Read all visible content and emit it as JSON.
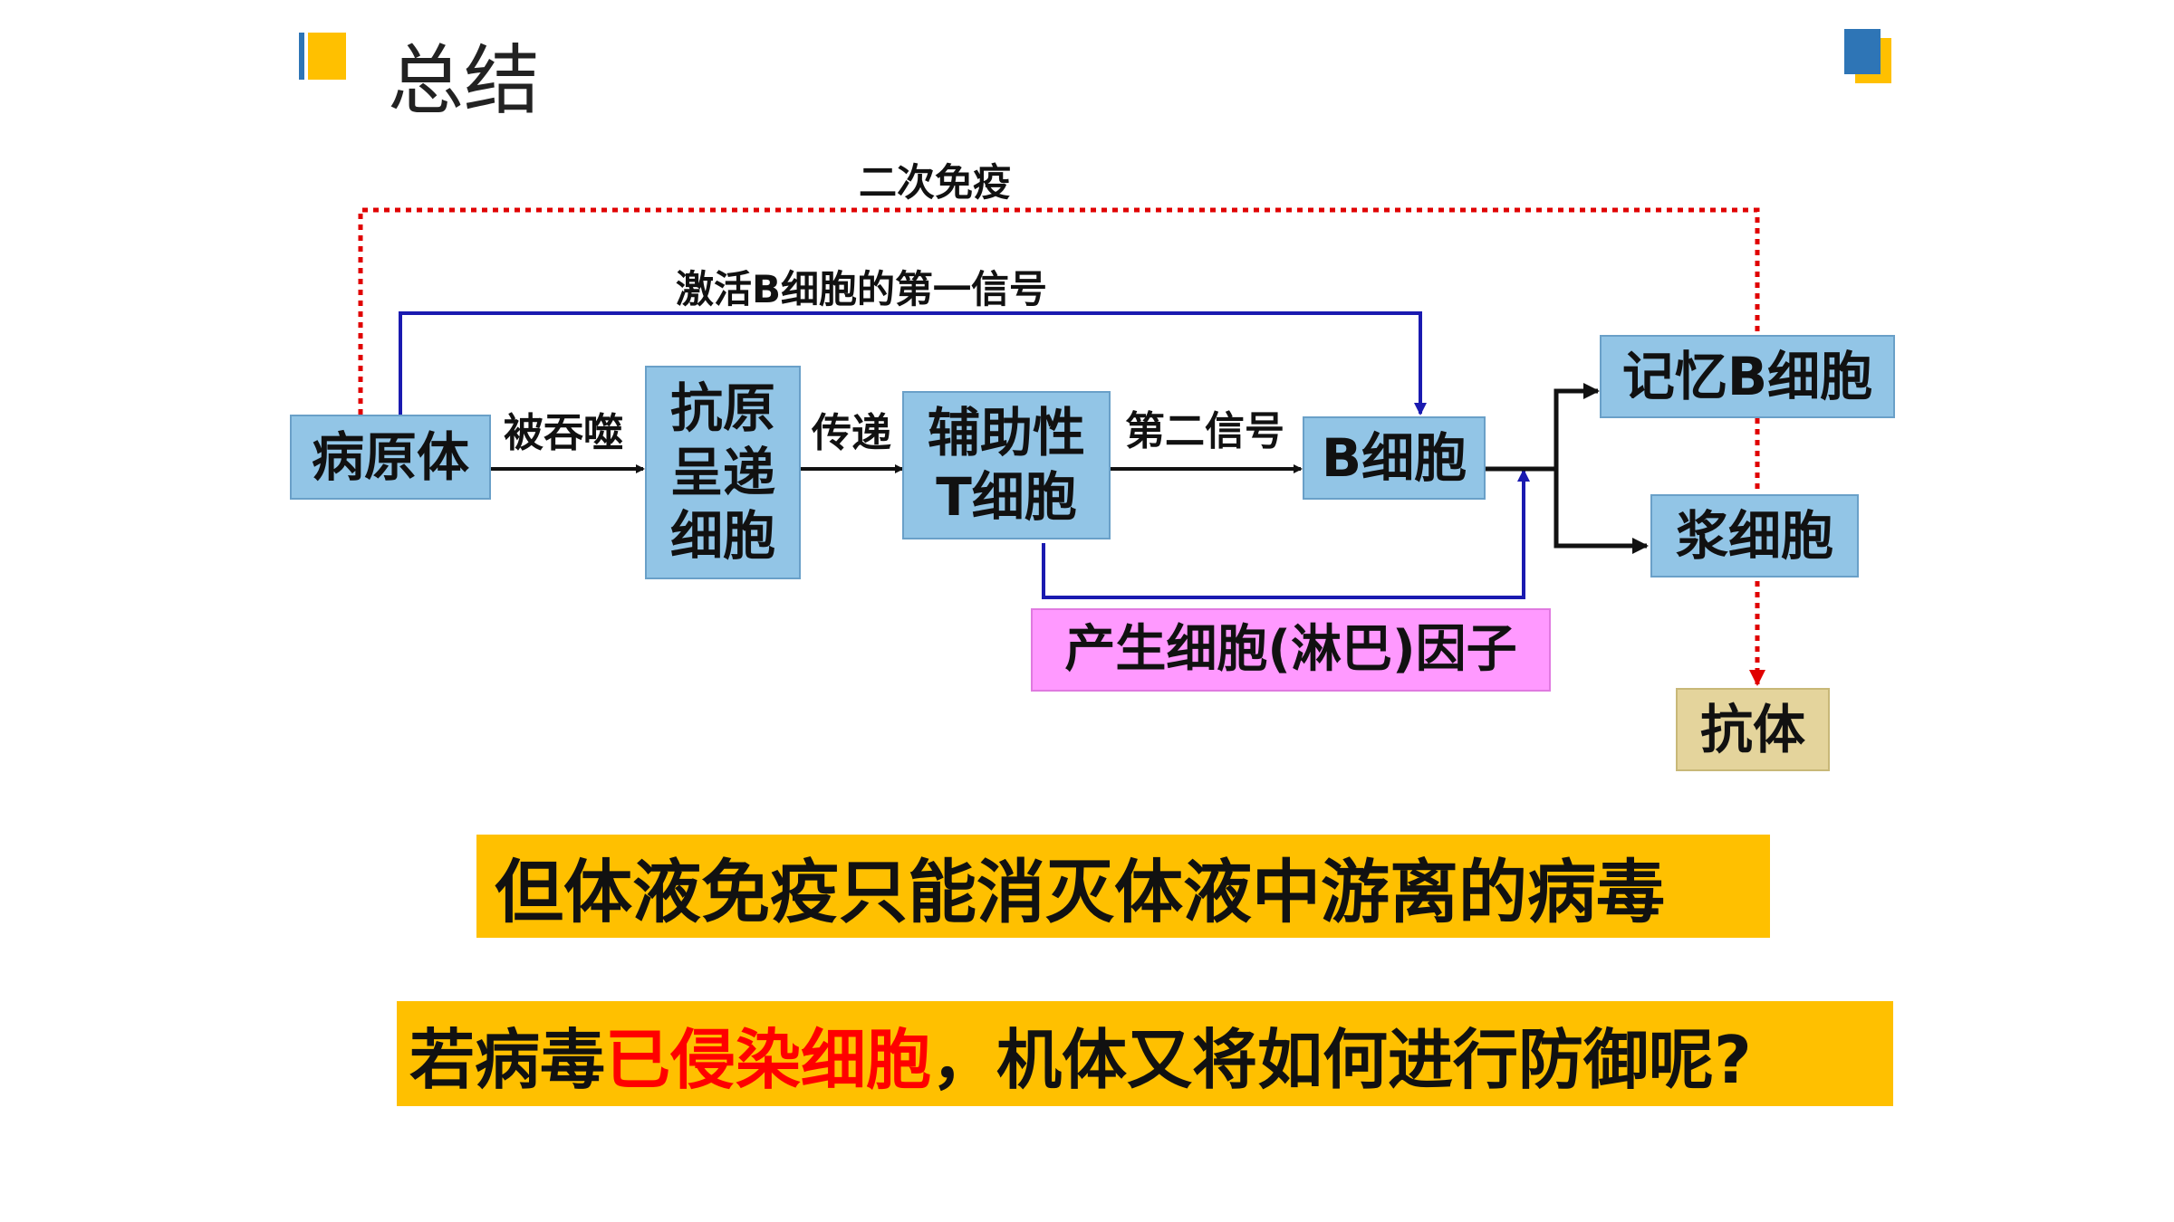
{
  "header": {
    "title": "总结"
  },
  "colors": {
    "box_blue": "#92c5e6",
    "pink": "#ff99ff",
    "tan": "#e4d49c",
    "banner": "#ffc000",
    "arrow_blue": "#1a1ab0",
    "dotted_red": "#e00000",
    "accent_yellow": "#ffc000",
    "accent_blue": "#2e75b6"
  },
  "diagram": {
    "nodes": {
      "pathogen": "病原体",
      "apc": "抗原呈递细胞",
      "apc_lines": [
        "抗原",
        "呈递",
        "细胞"
      ],
      "th": "辅助性T细胞",
      "th_lines": [
        "辅助性",
        "T细胞"
      ],
      "bcell": "B细胞",
      "memory_b": "记忆B细胞",
      "plasma": "浆细胞",
      "antibody": "抗体",
      "cytokine": "产生细胞(淋巴)因子"
    },
    "labels": {
      "secondary_immunity": "二次免疫",
      "first_signal": "激活B细胞的第一信号",
      "engulfed": "被吞噬",
      "transmit": "传递",
      "second_signal": "第二信号"
    }
  },
  "banners": {
    "line1": "但体液免疫只能消灭体液中游离的病毒",
    "line2_pre": "若病毒",
    "line2_red": "已侵染细胞",
    "line2_post": "，机体又将如何进行防御呢?"
  }
}
